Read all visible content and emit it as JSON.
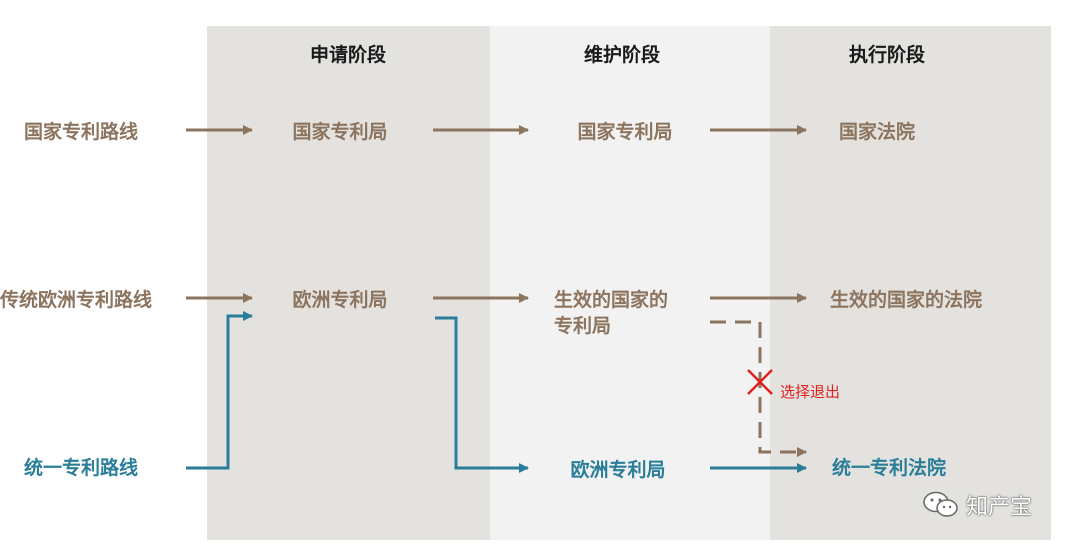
{
  "stages": {
    "application": "申请阶段",
    "maintenance": "维护阶段",
    "enforcement": "执行阶段"
  },
  "routes": {
    "national": {
      "name": "国家专利路线",
      "application": "国家专利局",
      "maintenance": "国家专利局",
      "enforcement": "国家法院"
    },
    "traditional_eu": {
      "name": "传统欧洲专利路线",
      "application": "欧洲专利局",
      "maintenance_line1": "生效的国家的",
      "maintenance_line2": "专利局",
      "enforcement": "生效的国家的法院"
    },
    "unitary": {
      "name": "统一专利路线",
      "maintenance": "欧洲专利局",
      "enforcement": "统一专利法院"
    }
  },
  "opt_out": "选择退出",
  "watermark": "知产宝",
  "colors": {
    "brown": "#8c745e",
    "blue": "#2a7e99",
    "red": "#e02020",
    "band_dark": "#e4e2df",
    "band_light": "#f2f2f2"
  }
}
